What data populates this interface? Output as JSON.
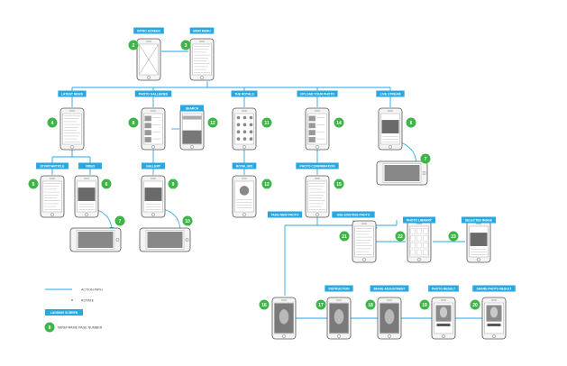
{
  "colors": {
    "line": "#29a7e1",
    "label_bg": "#29a7e1",
    "label_text": "#ffffff",
    "badge": "#3fb549",
    "phone_stroke": "#555555",
    "phone_fill": "#f4f4f4"
  },
  "screens": [
    {
      "id": "intro",
      "label": "INTRO SCREEN",
      "number": "2"
    },
    {
      "id": "main",
      "label": "MAIN MENU",
      "number": "3"
    },
    {
      "id": "news",
      "label": "LATEST NEWS",
      "number": "4"
    },
    {
      "id": "story",
      "label": "STORY/ARTICLE",
      "number": "5"
    },
    {
      "id": "video",
      "label": "VIDEO",
      "number": "6"
    },
    {
      "id": "video-rotated",
      "label": "",
      "number": "7"
    },
    {
      "id": "galleries",
      "label": "PHOTO GALLERIES",
      "number": "8"
    },
    {
      "id": "search",
      "label": "SEARCH",
      "number": "12"
    },
    {
      "id": "gallery",
      "label": "GALLERY",
      "number": "9"
    },
    {
      "id": "gallery-rotated",
      "label": "",
      "number": "10"
    },
    {
      "id": "royals",
      "label": "THE ROYALS",
      "number": "11"
    },
    {
      "id": "royal-bio",
      "label": "ROYAL BIO",
      "number": "12"
    },
    {
      "id": "upload",
      "label": "UPLOAD YOUR PHOTO",
      "number": "14"
    },
    {
      "id": "confirm",
      "label": "PHOTO CONFIRMATION",
      "number": "15"
    },
    {
      "id": "live",
      "label": "LIVE STREAM",
      "number": "6"
    },
    {
      "id": "live-rotated",
      "label": "",
      "number": "7"
    },
    {
      "id": "existing",
      "label": "USE EXISTING PHOTO",
      "number": "21"
    },
    {
      "id": "library",
      "label": "PHOTO LIBRARY",
      "number": "22"
    },
    {
      "id": "selected",
      "label": "SELECTED IMAGE",
      "number": "23"
    },
    {
      "id": "take",
      "label": "TAKE NEW PHOTO",
      "number": "16"
    },
    {
      "id": "instruction",
      "label": "INSTRUCTION",
      "number": "17"
    },
    {
      "id": "adjust",
      "label": "IMAGE ADJUSTMENT",
      "number": "18"
    },
    {
      "id": "result",
      "label": "PHOTO RESULT",
      "number": "19"
    },
    {
      "id": "share",
      "label": "SHARE PHOTO RESULT",
      "number": "20"
    }
  ],
  "legend": {
    "action_path": "ACTION PATH",
    "rotate": "ROTATE",
    "landing_screen": "LANDING SCREEN",
    "page_number": "WIREFRAME PAGE NUMBER",
    "sample_number": "8"
  }
}
